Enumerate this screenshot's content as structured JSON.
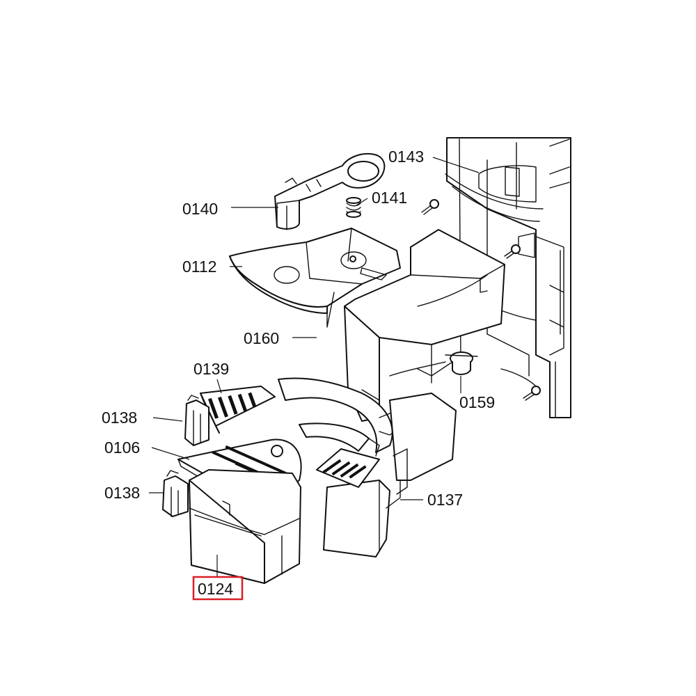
{
  "diagram": {
    "highlight_color": "#d81f26",
    "line_color": "#111111",
    "highlighted_part": "0124",
    "labels": {
      "p0143": "0143",
      "p0140": "0140",
      "p0141": "0141",
      "p0112": "0112",
      "p0160": "0160",
      "p0139": "0139",
      "p0159": "0159",
      "p0138a": "0138",
      "p0106": "0106",
      "p0138b": "0138",
      "p0137": "0137",
      "p0124": "0124"
    }
  }
}
